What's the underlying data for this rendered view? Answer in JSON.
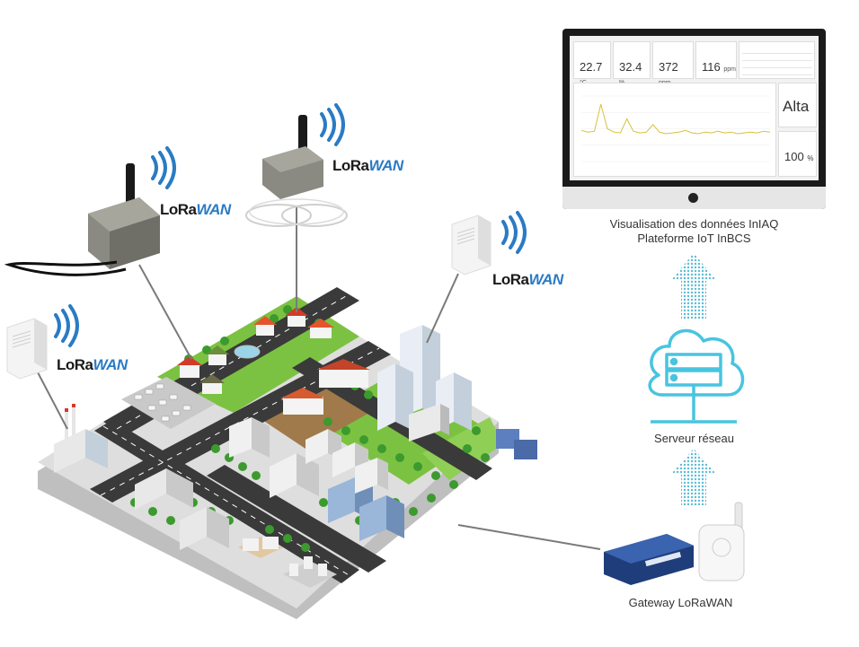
{
  "monitor": {
    "cards": [
      {
        "value": "22.7",
        "unit": "°C"
      },
      {
        "value": "32.4",
        "unit": "%"
      },
      {
        "value": "372",
        "unit": "ppm"
      },
      {
        "value": "116",
        "unit": "ppm"
      }
    ],
    "status_value": "Alta",
    "percent_value": "100",
    "percent_unit": "%"
  },
  "captions": {
    "visualisation_line1": "Visualisation des données InIAQ",
    "visualisation_line2": "Plateforme IoT InBCS",
    "server": "Serveur réseau",
    "gateway": "Gateway LoRaWAN"
  },
  "lorawan_logo": {
    "part1": "LoRa",
    "part2": "WAN"
  },
  "colors": {
    "arrow": "#5bbcd6",
    "cloud": "#48c4e0",
    "lora_blue": "#2a7bc4",
    "grass": "#7cc242",
    "road": "#3a3a3a",
    "ground": "#d9d9d9",
    "chart_line": "#d8c03a"
  },
  "chart_data": {
    "type": "line",
    "series": [
      {
        "values": [
          38,
          36,
          37,
          70,
          40,
          36,
          35,
          52,
          37,
          35,
          36,
          45,
          36,
          34,
          35,
          36,
          38,
          35,
          34,
          36,
          35,
          37,
          35,
          36,
          34,
          35,
          36,
          35,
          37,
          36
        ]
      }
    ]
  }
}
